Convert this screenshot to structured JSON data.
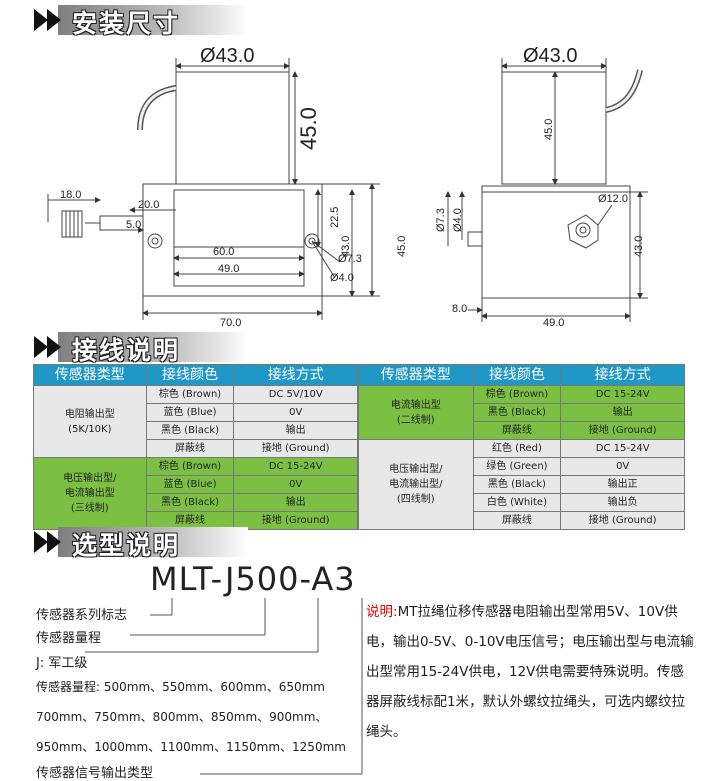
{
  "sections": {
    "install": "安装尺寸",
    "wiring": "接线说明",
    "selection": "选型说明"
  },
  "dims": {
    "d43a": "Ø43.0",
    "d43b": "Ø43.0",
    "h45_big": "45.0",
    "h45_side": "45.0",
    "d18": "18.0",
    "d20": "20.0",
    "d5": "5.0",
    "d22_5": "22.5",
    "d60": "60.0",
    "d49_front": "49.0",
    "d7_3_front": "Ø7.3",
    "d4_front": "Ø4.0",
    "d43_front": "43.0",
    "d45_front": "45.0",
    "d70": "70.0",
    "d7_3_side": "Ø7.3",
    "d4_side": "Ø4.0",
    "d12": "Ø12.0",
    "d43_side": "43.0",
    "d8": "8.0",
    "d49_side": "49.0"
  },
  "tables": {
    "headers": [
      "传感器类型",
      "接线颜色",
      "接线方式"
    ],
    "left": {
      "g1_type": [
        "电阻输出型",
        "(5K/10K)"
      ],
      "g1_rows": [
        [
          "棕色 (Brown)",
          "DC 5V/10V"
        ],
        [
          "蓝色 (Blue)",
          "0V"
        ],
        [
          "黑色 (Black)",
          "输出"
        ],
        [
          "屏蔽线",
          "接地 (Ground)"
        ]
      ],
      "g2_type": [
        "电压输出型/",
        "电流输出型",
        "(三线制)"
      ],
      "g2_rows": [
        [
          "棕色 (Brown)",
          "DC 15-24V"
        ],
        [
          "蓝色 (Blue)",
          "0V"
        ],
        [
          "黑色 (Black)",
          "输出"
        ],
        [
          "屏蔽线",
          "接地 (Ground)"
        ]
      ]
    },
    "right": {
      "g1_type": [
        "电流输出型",
        "(二线制)"
      ],
      "g1_rows": [
        [
          "棕色 (Brown)",
          "DC 15-24V"
        ],
        [
          "黑色 (Black)",
          "输出"
        ],
        [
          "屏蔽线",
          "接地 (Ground)"
        ]
      ],
      "g2_type": [
        "电压输出型/",
        "电流输出型/",
        "(四线制)"
      ],
      "g2_rows": [
        [
          "红色 (Red)",
          "DC 15-24V"
        ],
        [
          "绿色 (Green)",
          "0V"
        ],
        [
          "黑色 (Black)",
          "输出正"
        ],
        [
          "白色 (White)",
          "输出负"
        ],
        [
          "屏蔽线",
          "接地 (Ground)"
        ]
      ]
    }
  },
  "selection": {
    "model": "MLT-J500-A3",
    "lines": [
      "传感器系列标志",
      "传感器量程",
      "J: 军工级",
      "传感器量程: 500mm、550mm、600mm、650mm",
      "700mm、750mm、800mm、850mm、900mm、",
      "950mm、1000mm、1100mm、1150mm、1250mm",
      "传感器信号输出类型"
    ],
    "note_label": "说明:",
    "note_text": "MT拉绳位移传感器电阻输出型常用5V、10V供电，输出0-5V、0-10V电压信号；电压输出型与电流输出型常用15-24V供电，12V供电需要特殊说明。传感器屏蔽线标配1米，默认外螺纹拉绳头，可选内螺纹拉绳头。"
  },
  "colors": {
    "header_blue": "#1f97c7",
    "group_green": "#7bc043",
    "group_gray": "#e8e8e8",
    "note_red": "#e00000"
  }
}
